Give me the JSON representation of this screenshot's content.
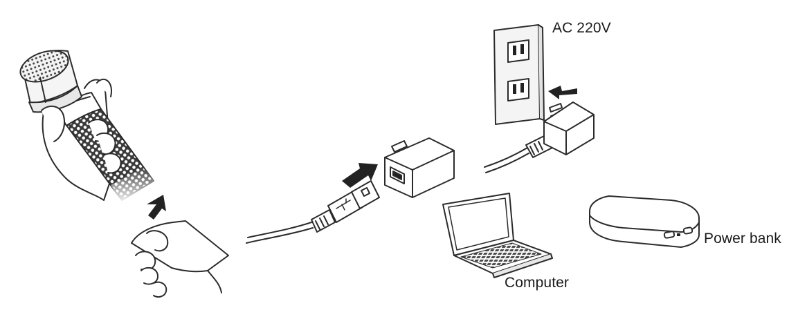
{
  "labels": {
    "ac": "AC 220V",
    "computer": "Computer",
    "power_bank": "Power bank"
  },
  "colors": {
    "line": "#2b2b2b",
    "arrow": "#222222",
    "panel": "#f4f4f4"
  },
  "icons": [
    "microphone-icon",
    "hand-icon",
    "usb-cable-icon",
    "wall-adapter-icon",
    "wall-outlet-icon",
    "laptop-icon",
    "power-bank-icon",
    "arrow-icon"
  ]
}
